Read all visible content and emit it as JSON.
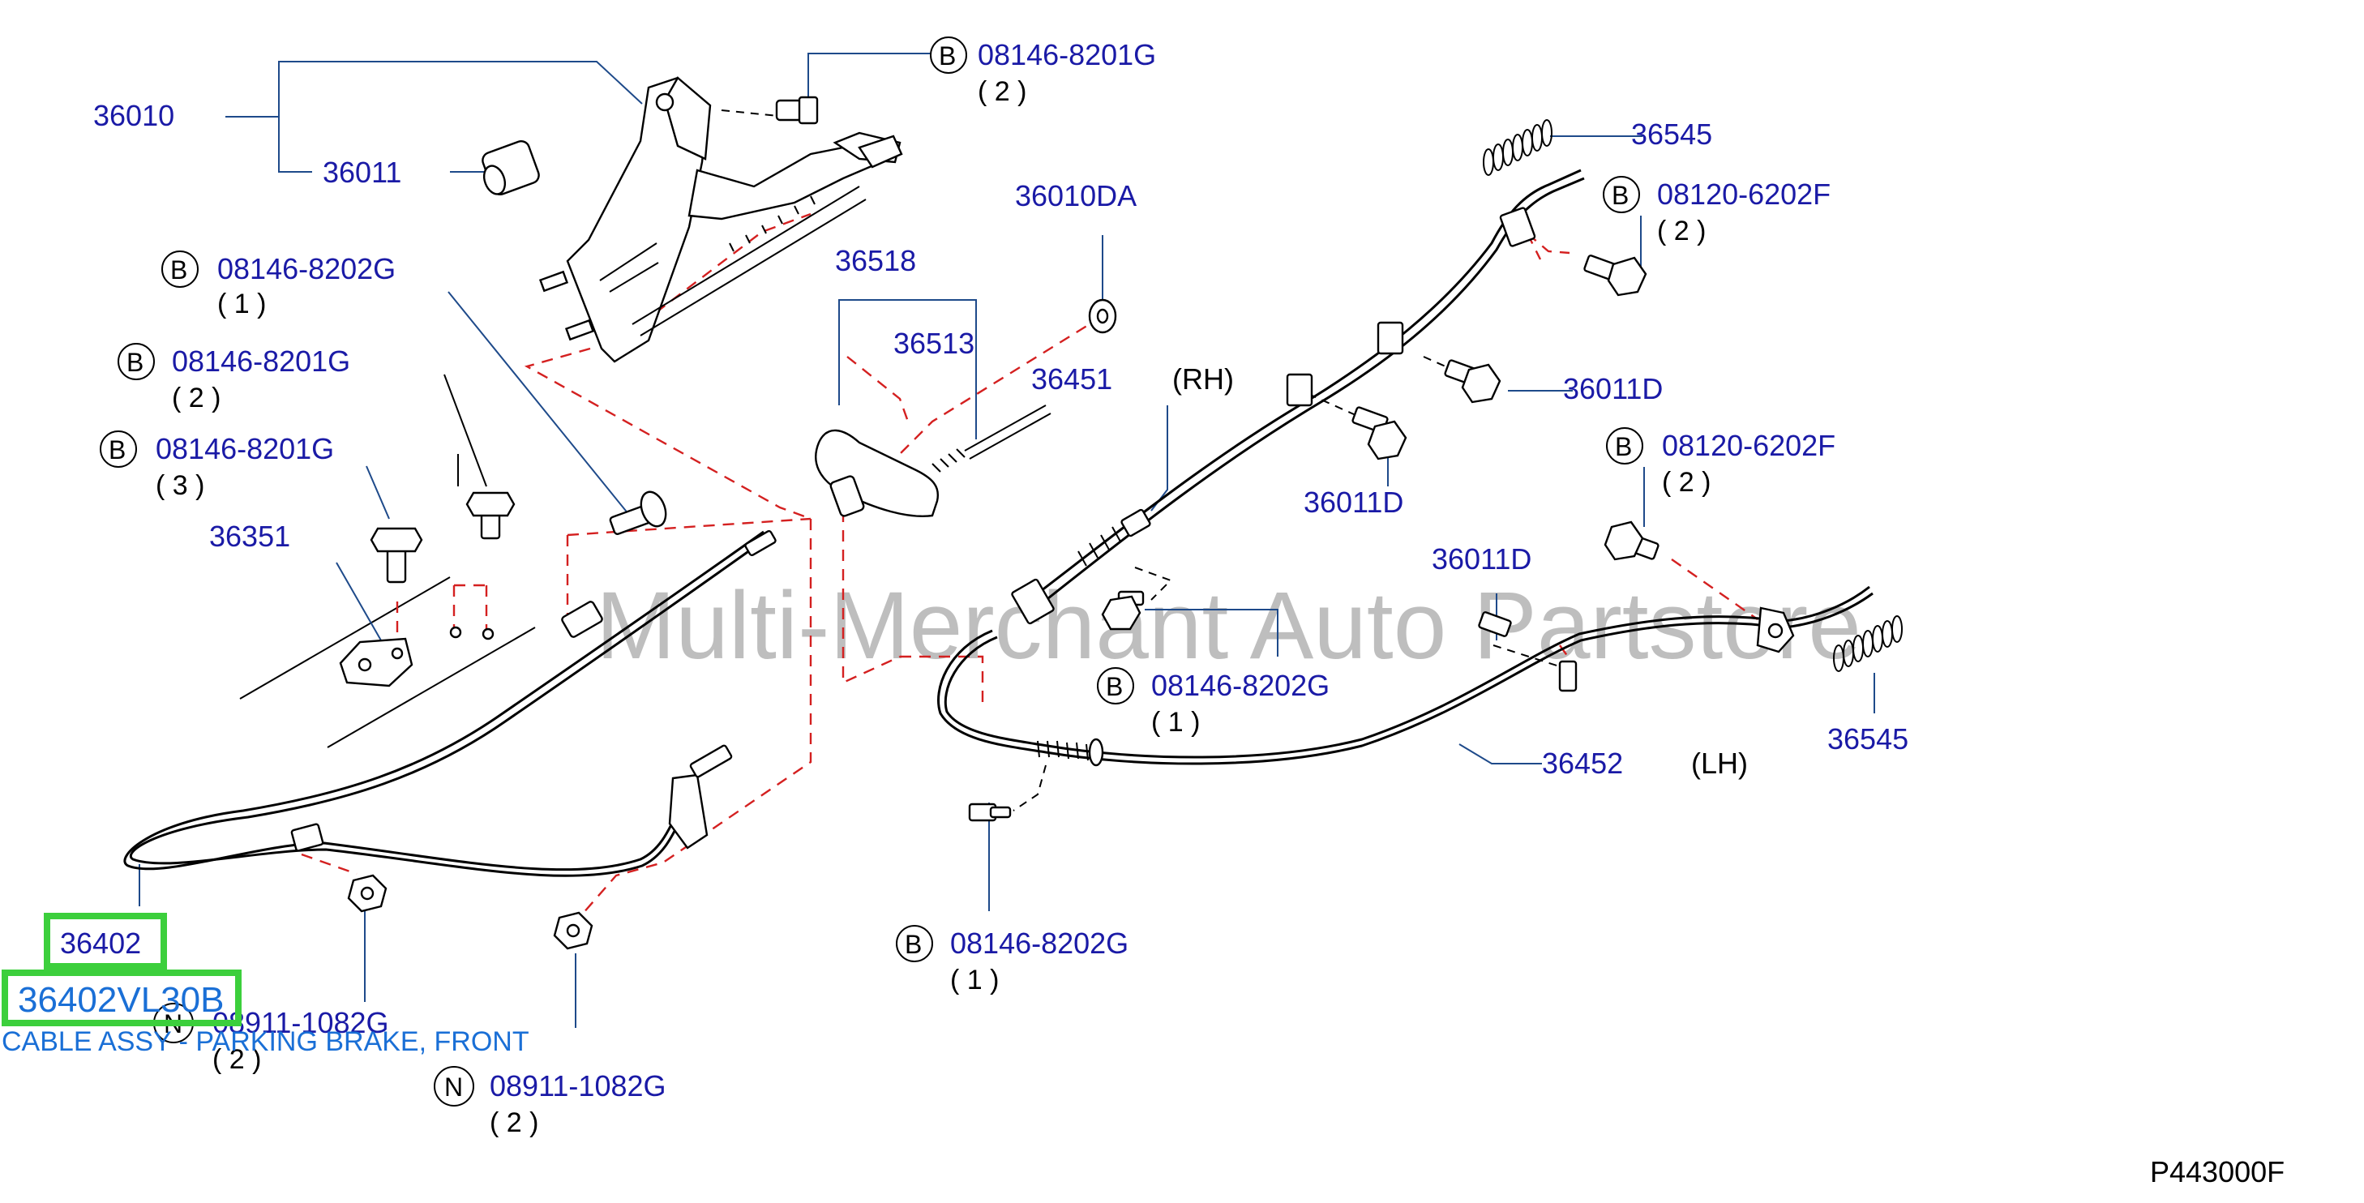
{
  "watermark": "Multi-Merchant Auto Partstore",
  "diagram_code": "P443000F",
  "labels": {
    "p36010": "36010",
    "p36011": "36011",
    "b_08146_8201G_top": "08146-8201G",
    "b_08146_8201G_top_qty": "( 2 )",
    "b_08146_8202G_left": "08146-8202G",
    "b_08146_8202G_left_qty": "( 1 )",
    "b_08146_8201G_mid": "08146-8201G",
    "b_08146_8201G_mid_qty": "( 2 )",
    "b_08146_8201G_low": "08146-8201G",
    "b_08146_8201G_low_qty": "( 3 )",
    "p36351": "36351",
    "p36518": "36518",
    "p36513": "36513",
    "p36010DA": "36010DA",
    "p36451": "36451",
    "rh": "(RH)",
    "p36545_top": "36545",
    "b_08120_6202F_top": "08120-6202F",
    "b_08120_6202F_top_qty": "( 2 )",
    "p36011D_a": "36011D",
    "p36011D_b": "36011D",
    "b_08120_6202F_mid": "08120-6202F",
    "b_08120_6202F_mid_qty": "( 2 )",
    "p36011D_c": "36011D",
    "b_08146_8202G_center": "08146-8202G",
    "b_08146_8202G_center_qty": "( 1 )",
    "p36452": "36452",
    "lh": "(LH)",
    "p36545_bottom": "36545",
    "b_08146_8202G_bottom": "08146-8202G",
    "b_08146_8202G_bottom_qty": "( 1 )",
    "n_08911_1082G_left": "08911-1082G",
    "n_08911_1082G_left_qty": "( 2 )",
    "n_08911_1082G_right": "08911-1082G",
    "n_08911_1082G_right_qty": "( 2 )"
  },
  "circle_letters": {
    "b": "B",
    "n": "N"
  },
  "highlight": {
    "part_number": "36402",
    "full_number": "36402VL30B",
    "description": "CABLE ASSY - PARKING BRAKE, FRONT",
    "color": "#3ccf3c"
  },
  "colors": {
    "label_blue": "#1a1aa6",
    "dashed_red": "#d42020",
    "leader": "#1e4a8a",
    "desc_blue": "#1a6fd6"
  }
}
